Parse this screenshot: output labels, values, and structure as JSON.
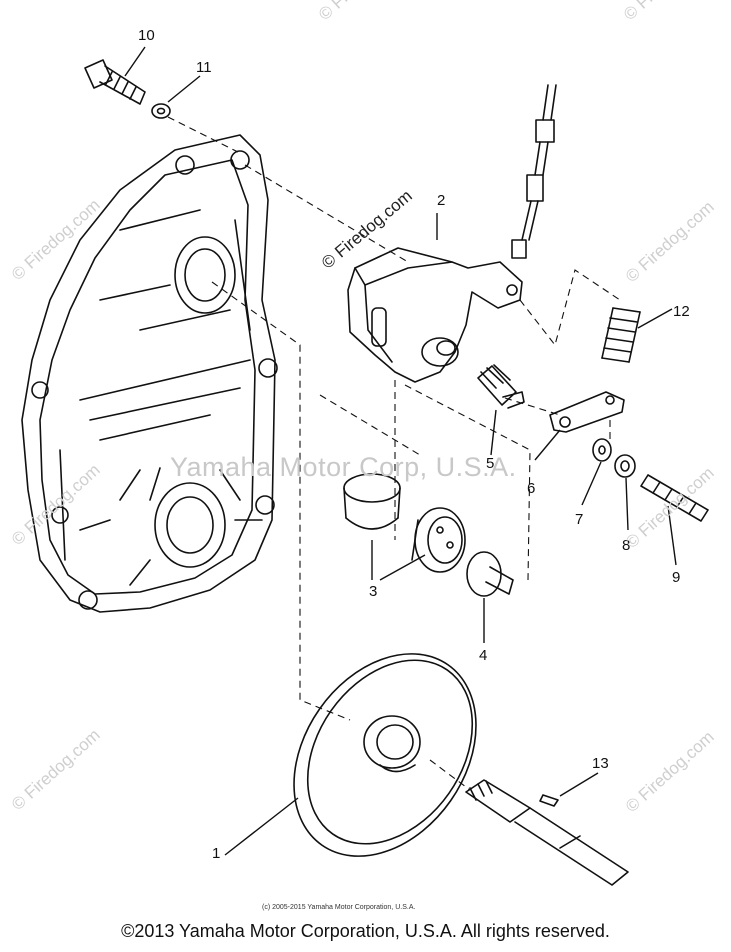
{
  "diagram": {
    "callouts": {
      "c1": "1",
      "c2": "2",
      "c3": "3",
      "c4": "4",
      "c5": "5",
      "c6": "6",
      "c7": "7",
      "c8": "8",
      "c9": "9",
      "c10": "10",
      "c11": "11",
      "c12": "12",
      "c13": "13"
    },
    "watermarks": {
      "firedog": "© Firedog.com",
      "firedog_brand": "© Firedog.com",
      "yamaha_center": "Yamaha Motor Corp, U.S.A."
    },
    "small_copyright": "(c) 2005-2015 Yamaha Motor Corporation, U.S.A.",
    "copyright": "©2013 Yamaha Motor Corporation, U.S.A. All rights reserved."
  }
}
